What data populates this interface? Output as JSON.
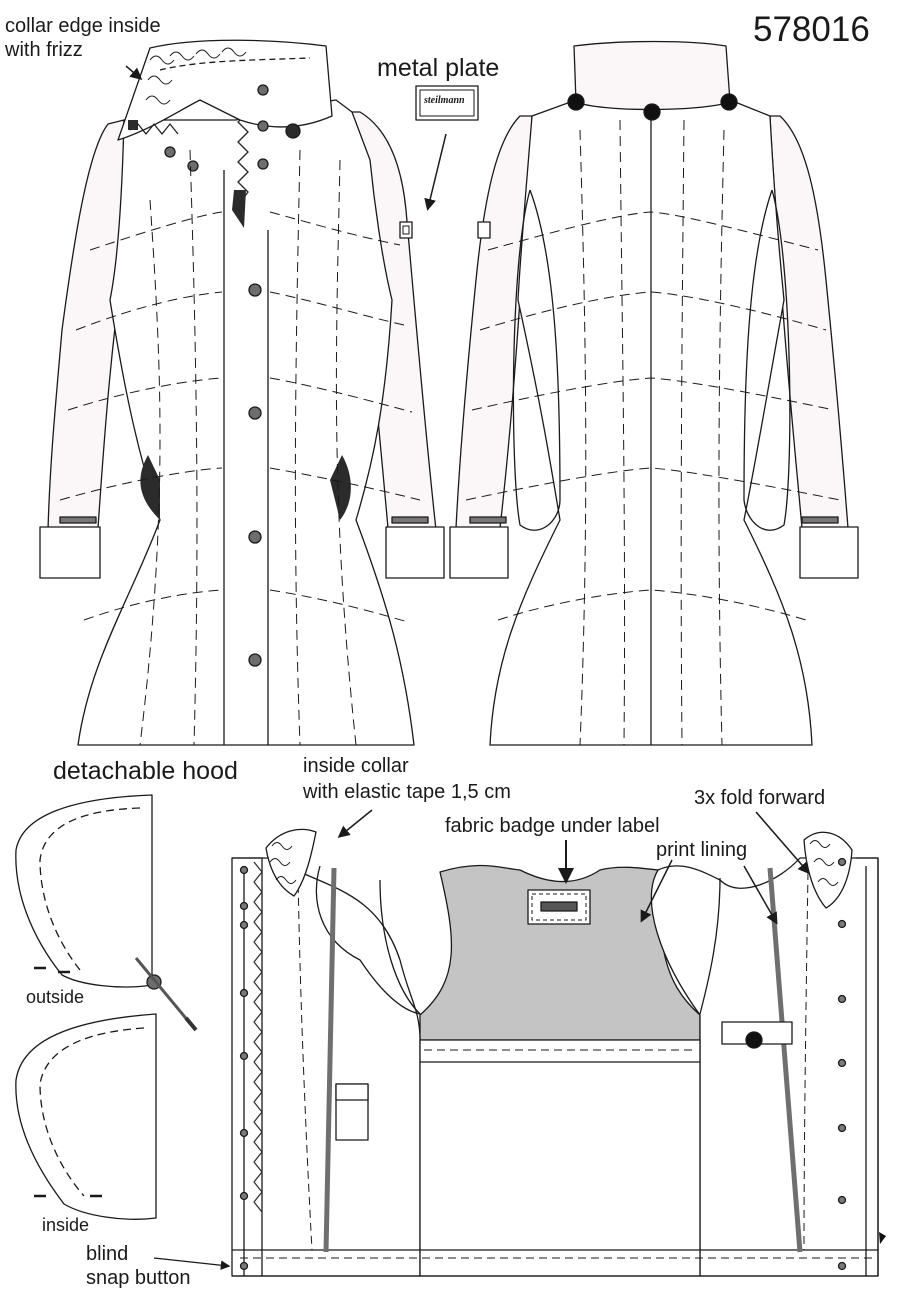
{
  "style_number": "578016",
  "labels": {
    "collar_edge_line1": "collar edge inside",
    "collar_edge_line2": "with frizz",
    "metal_plate": "metal plate",
    "plate_brand": "steilmann",
    "detachable_hood": "detachable hood",
    "inside_collar_line1": "inside collar",
    "inside_collar_line2": "with elastic tape 1,5 cm",
    "fabric_badge": "fabric badge under label",
    "fold_forward": "3x fold forward",
    "print_lining": "print lining",
    "hood_outside": "outside",
    "hood_inside": "inside",
    "blind_snap_line1": "blind",
    "blind_snap_line2": "snap button"
  },
  "colors": {
    "line": "#1a1a1a",
    "sleeve_fill": "#fbf6f8",
    "lining_fill": "#c4c4c4",
    "button_fill": "#6d6d6d",
    "tape": "#6f6f6f",
    "zipper": "#2b2b2b"
  },
  "icons": {
    "arrow": "arrow-icon",
    "button": "snap-button-icon",
    "plate": "metal-plate-icon"
  }
}
